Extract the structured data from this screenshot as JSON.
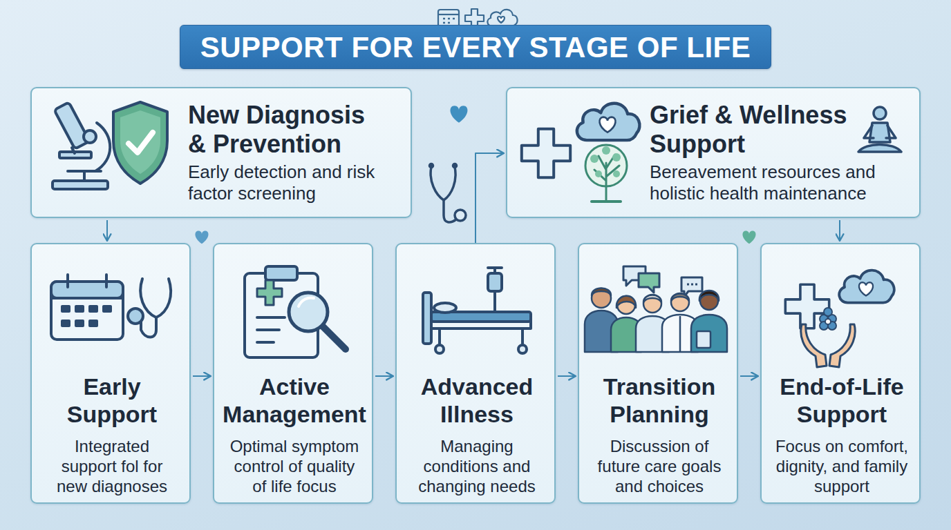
{
  "diagram": {
    "title": "SUPPORT FOR EVERY STAGE OF LIFE",
    "nodes": [
      {
        "text": [
          "New Diagnosis & Prevention",
          "Early detection and risk factor screening"
        ]
      },
      {
        "text": [
          "Grief & Wellness Support",
          "Bereavement resources and holistic health maintenance"
        ]
      },
      {
        "text": [
          "Early Support",
          "Integrated support fol for new diagnoses"
        ]
      },
      {
        "text": [
          "Active Management",
          "Optimal symptom control of quality of life focus"
        ]
      },
      {
        "text": [
          "Advanced Illness",
          "Managing conditions and changing needs"
        ]
      },
      {
        "text": [
          "Transition Planning",
          "Discussion of future care goals and choices"
        ]
      },
      {
        "text": [
          "End-of-Life Support",
          "Focus on comfort, dignity, and family support"
        ]
      }
    ],
    "edges": [
      {
        "from": 0,
        "to": 2,
        "arrow": "to"
      },
      {
        "from": 2,
        "to": 3,
        "arrow": "to"
      },
      {
        "from": 3,
        "to": 4,
        "arrow": "to"
      },
      {
        "from": 4,
        "to": 5,
        "arrow": "to"
      },
      {
        "from": 5,
        "to": 6,
        "arrow": "to"
      },
      {
        "from": 4,
        "to": 1,
        "arrow": "to"
      },
      {
        "from": 1,
        "to": 6,
        "arrow": "to"
      }
    ]
  }
}
